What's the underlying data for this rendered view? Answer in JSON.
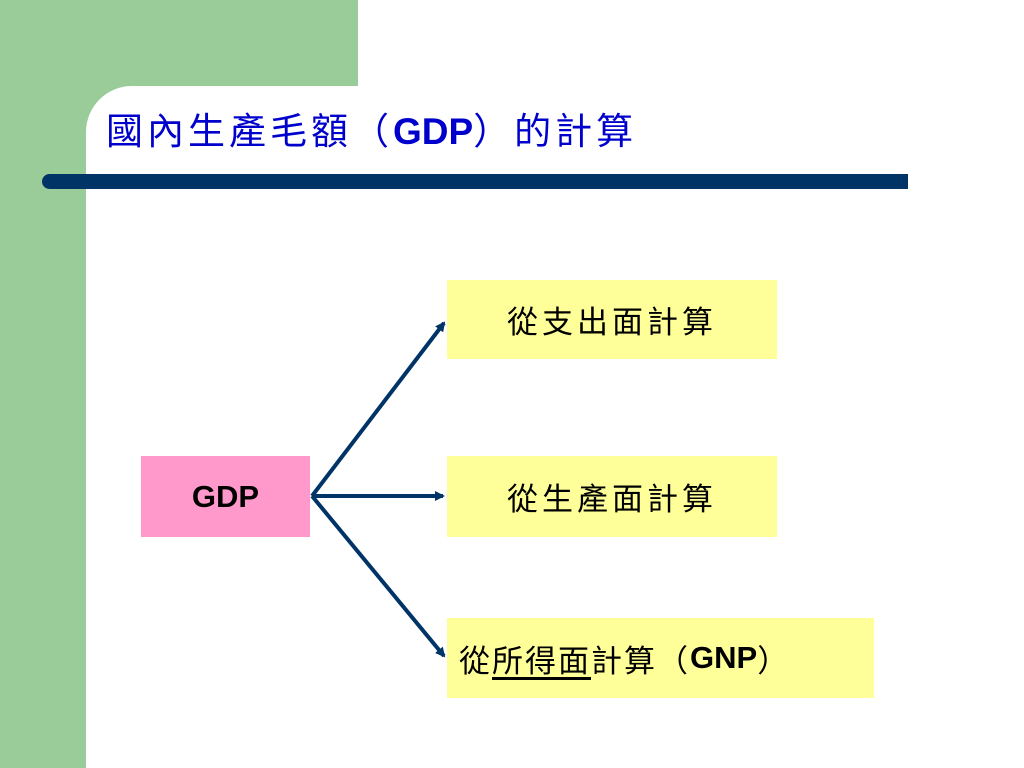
{
  "slide": {
    "title_prefix": "國內生產毛額（",
    "title_latin": "GDP",
    "title_suffix": "）的計算"
  },
  "diagram": {
    "source_node": "GDP",
    "methods": [
      {
        "label": "從支出面計算"
      },
      {
        "label": "從生產面計算"
      },
      {
        "label_prefix": "從",
        "label_underlined": "所得面",
        "label_mid": "計算（",
        "label_latin": "GNP",
        "label_suffix": "）"
      }
    ]
  },
  "colors": {
    "sidebar": "#99cc99",
    "title_text": "#0000cc",
    "title_rule": "#003366",
    "source_box": "#ff99cc",
    "method_box": "#ffff99",
    "arrow": "#003366"
  }
}
